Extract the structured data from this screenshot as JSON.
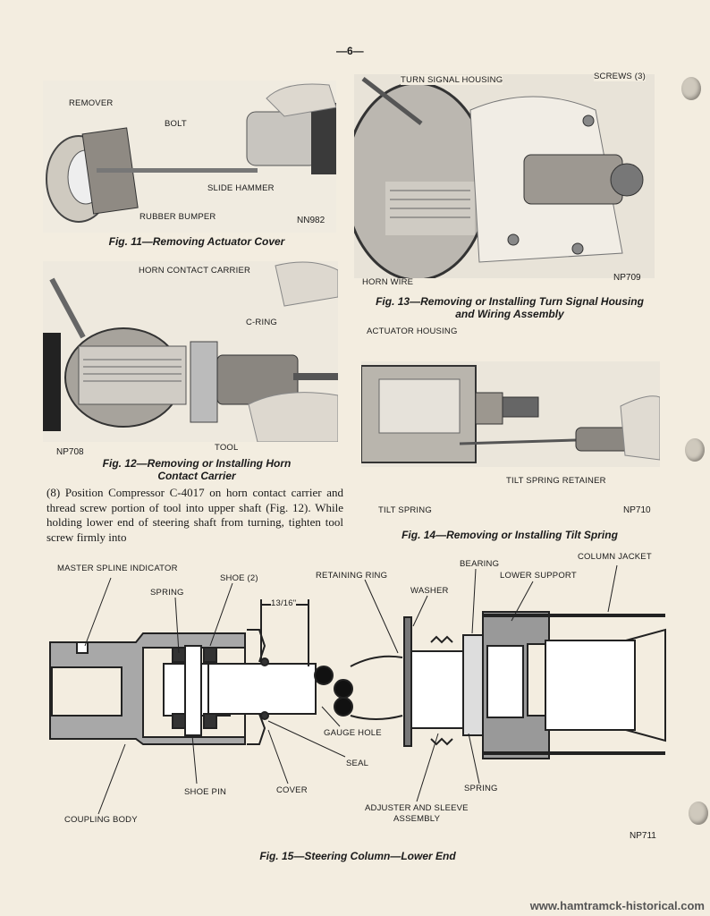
{
  "page_number": "—6—",
  "fig11": {
    "caption": "Fig. 11—Removing Actuator Cover",
    "code": "NN982",
    "labels": {
      "remover": "REMOVER",
      "bolt": "BOLT",
      "slide_hammer": "SLIDE HAMMER",
      "rubber_bumper": "RUBBER BUMPER"
    }
  },
  "fig12": {
    "caption_line1": "Fig. 12—Removing or Installing Horn",
    "caption_line2": "Contact Carrier",
    "code": "NP708",
    "labels": {
      "horn_contact_carrier": "HORN CONTACT CARRIER",
      "c_ring": "C-RING",
      "tool": "TOOL"
    }
  },
  "fig13": {
    "caption_line1": "Fig. 13—Removing or Installing Turn Signal Housing",
    "caption_line2": "and Wiring Assembly",
    "code": "NP709",
    "labels": {
      "turn_signal_housing": "TURN SIGNAL HOUSING",
      "screws": "SCREWS (3)",
      "horn_wire": "HORN WIRE"
    }
  },
  "fig14": {
    "caption": "Fig. 14—Removing or Installing Tilt Spring",
    "code": "NP710",
    "labels": {
      "actuator_housing": "ACTUATOR HOUSING",
      "tilt_spring_retainer": "TILT SPRING RETAINER",
      "tilt_spring": "TILT SPRING"
    }
  },
  "body_text": "(8) Position Compressor C-4017 on horn contact carrier and thread screw portion of tool into upper shaft (Fig. 12). While holding lower end of steering shaft from turning, tighten tool screw firmly into",
  "fig15": {
    "caption": "Fig. 15—Steering Column—Lower End",
    "code": "NP711",
    "labels": {
      "master_spline_indicator": "MASTER SPLINE INDICATOR",
      "spring_left": "SPRING",
      "shoe": "SHOE (2)",
      "dimension": "13/16\"",
      "retaining_ring": "RETAINING RING",
      "washer": "WASHER",
      "bearing": "BEARING",
      "lower_support": "LOWER SUPPORT",
      "column_jacket": "COLUMN JACKET",
      "gauge_hole": "GAUGE HOLE",
      "seal": "SEAL",
      "shoe_pin": "SHOE PIN",
      "cover": "COVER",
      "coupling_body": "COUPLING BODY",
      "adjuster_line1": "ADJUSTER AND SLEEVE",
      "adjuster_line2": "ASSEMBLY",
      "spring_right": "SPRING"
    }
  },
  "watermark": "www.hamtramck-historical.com",
  "colors": {
    "paper": "#f3ede0",
    "ink": "#1a1a1a",
    "photo_bg": "#d9d4cb",
    "metal": "#9a9a9a"
  }
}
